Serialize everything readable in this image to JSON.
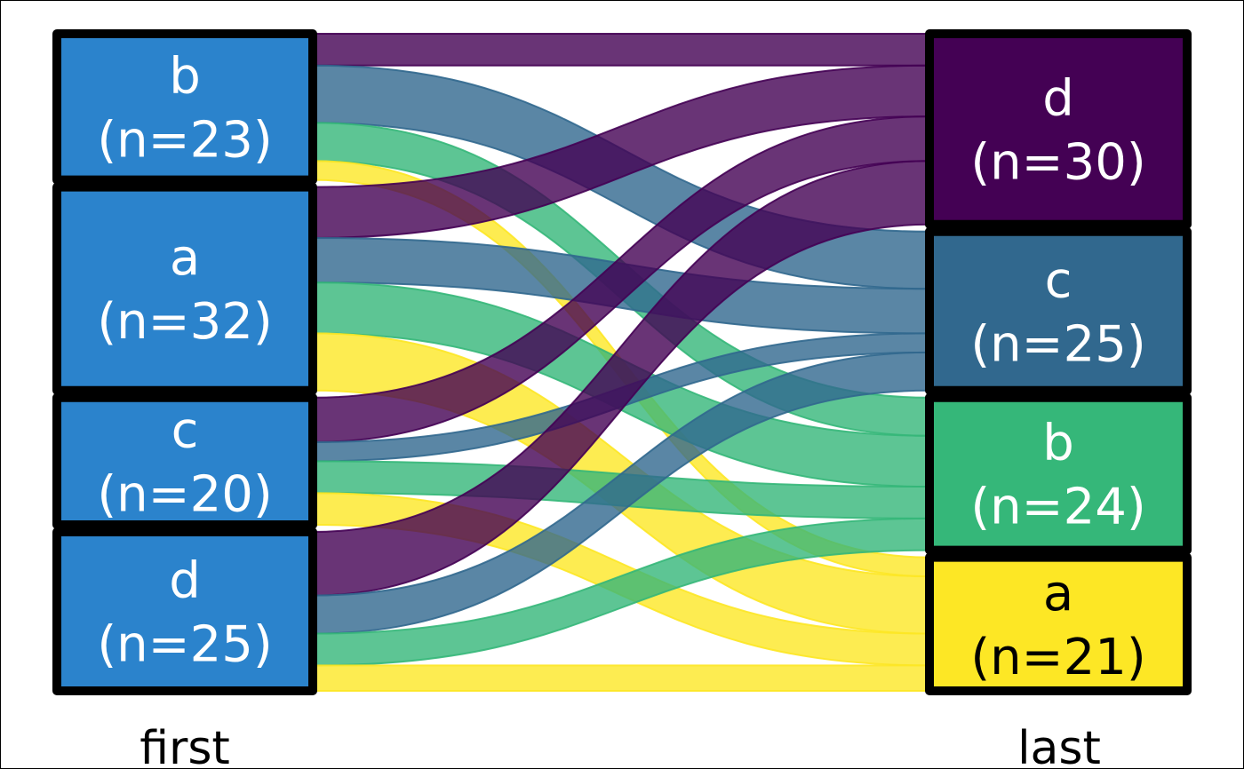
{
  "axes": {
    "left": {
      "label": "first"
    },
    "right": {
      "label": "last"
    }
  },
  "left_nodes": [
    {
      "key": "b",
      "label": "b",
      "count_label": "(n=23)",
      "n": 23
    },
    {
      "key": "a",
      "label": "a",
      "count_label": "(n=32)",
      "n": 32
    },
    {
      "key": "c",
      "label": "c",
      "count_label": "(n=20)",
      "n": 20
    },
    {
      "key": "d",
      "label": "d",
      "count_label": "(n=25)",
      "n": 25
    }
  ],
  "right_nodes": [
    {
      "key": "d",
      "label": "d",
      "count_label": "(n=30)",
      "n": 30,
      "color": "#440154",
      "text_color": "#ffffff"
    },
    {
      "key": "c",
      "label": "c",
      "count_label": "(n=25)",
      "n": 25,
      "color": "#31688e",
      "text_color": "#ffffff"
    },
    {
      "key": "b",
      "label": "b",
      "count_label": "(n=24)",
      "n": 24,
      "color": "#35b779",
      "text_color": "#ffffff"
    },
    {
      "key": "a",
      "label": "a",
      "count_label": "(n=21)",
      "n": 21,
      "color": "#fde725",
      "text_color": "#000000"
    }
  ],
  "left_node_color": "#2b83cc",
  "left_node_text_color": "#ffffff",
  "flows": [
    {
      "from": "b",
      "to": "d",
      "value": 5
    },
    {
      "from": "b",
      "to": "c",
      "value": 9
    },
    {
      "from": "b",
      "to": "b",
      "value": 6
    },
    {
      "from": "b",
      "to": "a",
      "value": 3
    },
    {
      "from": "a",
      "to": "d",
      "value": 8
    },
    {
      "from": "a",
      "to": "c",
      "value": 7
    },
    {
      "from": "a",
      "to": "b",
      "value": 8
    },
    {
      "from": "a",
      "to": "a",
      "value": 9
    },
    {
      "from": "c",
      "to": "d",
      "value": 7
    },
    {
      "from": "c",
      "to": "c",
      "value": 3
    },
    {
      "from": "c",
      "to": "b",
      "value": 5
    },
    {
      "from": "c",
      "to": "a",
      "value": 5
    },
    {
      "from": "d",
      "to": "d",
      "value": 10
    },
    {
      "from": "d",
      "to": "c",
      "value": 6
    },
    {
      "from": "d",
      "to": "b",
      "value": 5
    },
    {
      "from": "d",
      "to": "a",
      "value": 4
    }
  ]
}
